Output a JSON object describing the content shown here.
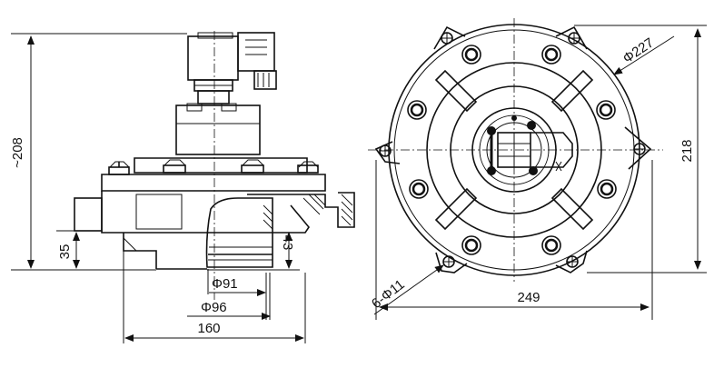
{
  "dimensions": {
    "height_total": "~208",
    "height_base": "35",
    "height_outlet": "43",
    "diam_91": "Φ91",
    "diam_96": "Φ96",
    "width_160": "160",
    "diam_227": "Φ227",
    "height_218": "218",
    "bolt_holes": "6-Φ11",
    "width_249": "249"
  },
  "colors": {
    "line": "#111111",
    "background": "#ffffff"
  }
}
